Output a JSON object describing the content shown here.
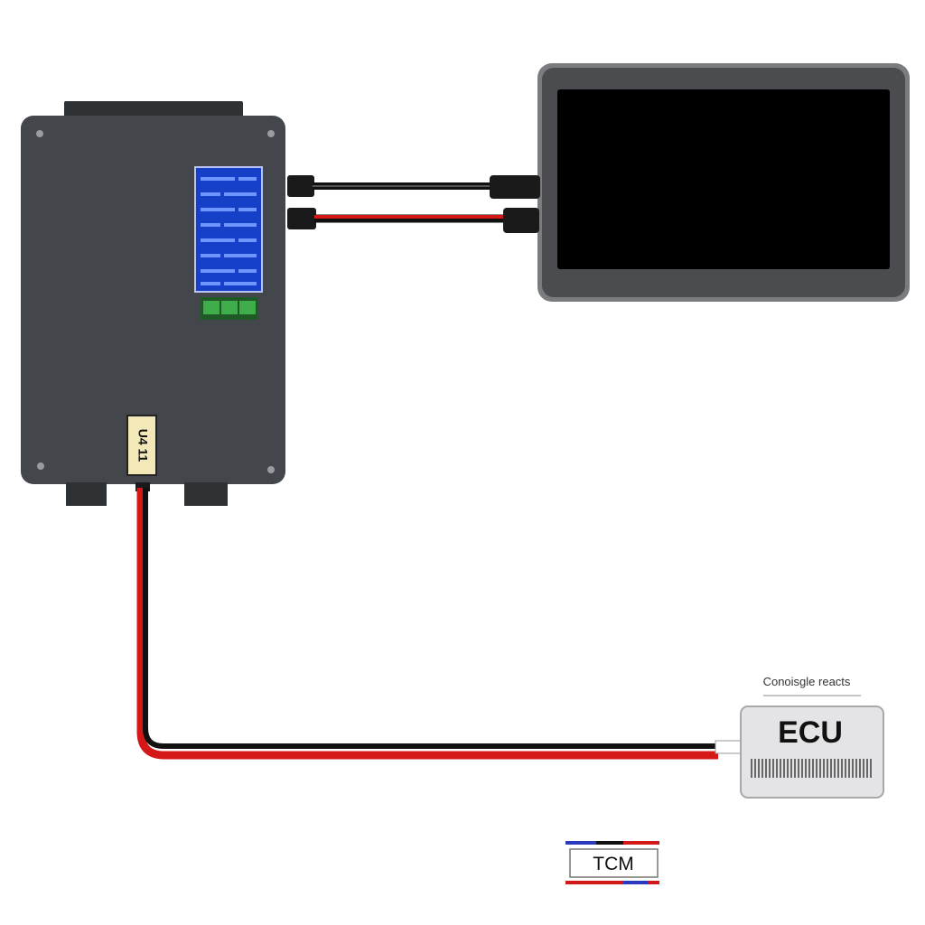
{
  "diagram": {
    "controller": {
      "label_tag": "U4 11"
    },
    "ecu": {
      "label": "ECU",
      "caption": "Conoisgle reacts"
    },
    "tcm": {
      "label": "TCM"
    }
  },
  "colors": {
    "controller_body": "#43464b",
    "controller_dark": "#2f3235",
    "lcd_blue": "#1740c8",
    "lcd_border": "#b8c4f4",
    "terminal_green": "#3fae4a",
    "monitor_bezel": "#4a4c50",
    "monitor_frame": "#7a7c80",
    "screen": "#000000",
    "wire_red": "#d41818",
    "wire_black": "#111111",
    "ecu_body": "#e4e4e6",
    "tag_fill": "#f3e9b8",
    "tcm_blue": "#2a3ac0"
  }
}
